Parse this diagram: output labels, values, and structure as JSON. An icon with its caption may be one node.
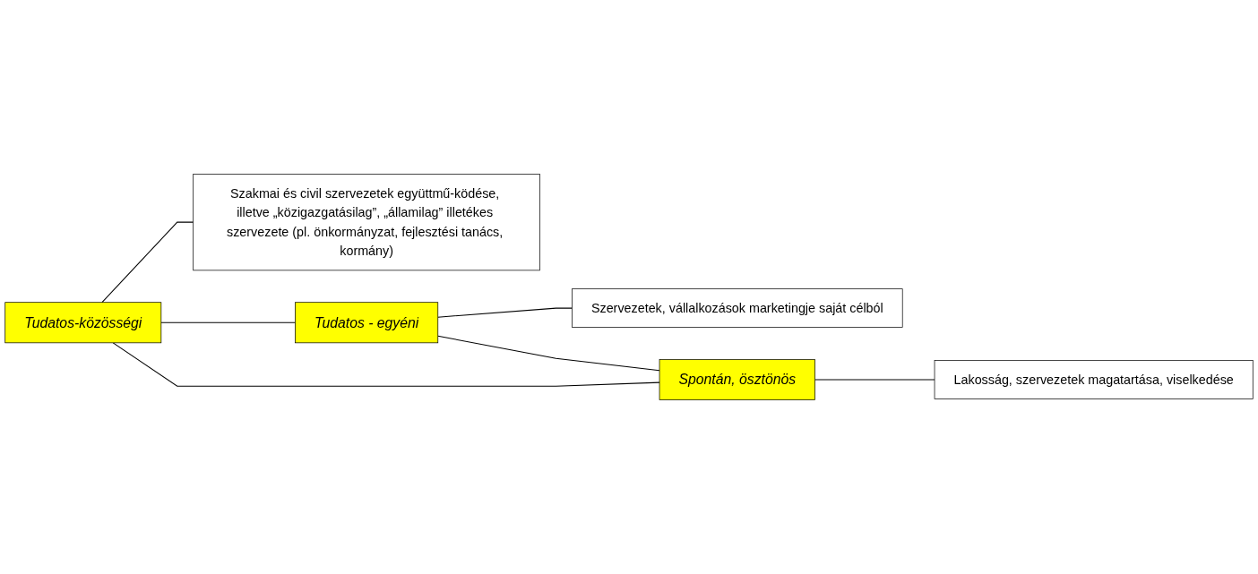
{
  "diagram": {
    "nodes": [
      {
        "text": [
          "Tudatos-közösségi"
        ]
      },
      {
        "text": [
          "Szakmai és civil szervezetek együttmű-ködése, illetve „közigazgatásilag”, „államilag” illetékes szervezete (pl. önkormányzat, fejlesztési tanács, kormány)"
        ]
      },
      {
        "text": [
          "Tudatos - egyéni"
        ]
      },
      {
        "text": [
          "Szervezetek, vállalkozások marketingje saját célból"
        ]
      },
      {
        "text": [
          "Spontán, ösztönös"
        ]
      },
      {
        "text": [
          "Lakosság, szervezetek magatartása, viselkedése"
        ]
      }
    ],
    "edges": [
      {
        "from": 0,
        "to": 1,
        "arrow": "none"
      },
      {
        "from": 0,
        "to": 2,
        "arrow": "none"
      },
      {
        "from": 0,
        "to": 4,
        "arrow": "none"
      },
      {
        "from": 2,
        "to": 3,
        "arrow": "none"
      },
      {
        "from": 2,
        "to": 4,
        "arrow": "none"
      },
      {
        "from": 4,
        "to": 5,
        "arrow": "none"
      }
    ]
  }
}
